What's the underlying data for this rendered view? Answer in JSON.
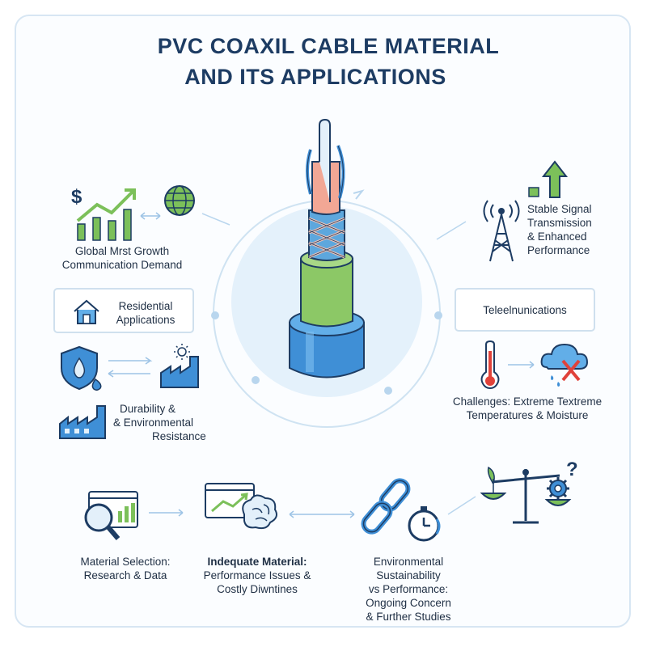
{
  "title": {
    "line1": "PVC COAXIL CABLE MATERIAL",
    "line2": "AND ITS APPLICATIONS"
  },
  "nodes": {
    "global_market": {
      "line1": "Global Mrst Growth",
      "line2": "Communication Demand"
    },
    "stable_signal": {
      "line1": "Stable Signal",
      "line2": "Transmission",
      "line3": "& Enhanced",
      "line4": "Performance"
    },
    "residential": {
      "line1": "Residential",
      "line2": "Applications"
    },
    "telecom": {
      "label": "Teleelnunications"
    },
    "durability": {
      "line1": "Durability &",
      "line2": "& Environmental",
      "line3": "Resistance"
    },
    "challenges": {
      "line1": "Challenges: Extreme Textreme",
      "line2": "Temperatures & Moisture"
    },
    "material_selection": {
      "line1": "Material Selection:",
      "line2": "Research & Data"
    },
    "inadequate": {
      "line1": "Indequate Material:",
      "line2": "Performance Issues &",
      "line3": "Costly Diwntines"
    },
    "sustainability": {
      "line1": "Environmental",
      "line2": "Sustainability",
      "line3": "vs Performance:",
      "line4": "Ongoing Concern",
      "line5": "& Further Studies"
    }
  },
  "icons": {
    "dollar_glyph": "$",
    "question_glyph": "?"
  },
  "colors": {
    "navy": "#1d3c63",
    "green": "#7cc05a",
    "blue": "#3f8fd6",
    "light_blue": "#e3f0fa",
    "pink": "#f2a795",
    "red": "#e0423a"
  }
}
